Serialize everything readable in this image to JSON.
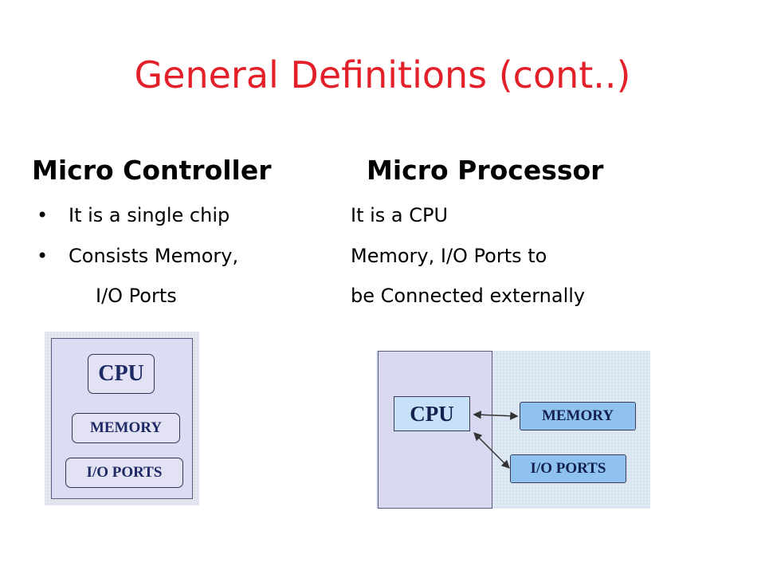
{
  "title": "General Definitions (cont..)",
  "columns": {
    "left_heading": "Micro Controller",
    "right_heading": "Micro Processor"
  },
  "rows": [
    {
      "left": "It is a single chip",
      "right": "It is a CPU"
    },
    {
      "left": "Consists Memory,",
      "right": "Memory, I/O Ports to"
    },
    {
      "left": "I/O Ports",
      "right": "be Connected externally"
    }
  ],
  "diagram_microcontroller": {
    "cpu": "CPU",
    "memory": "MEMORY",
    "io": "I/O PORTS"
  },
  "diagram_microprocessor": {
    "cpu": "CPU",
    "memory": "MEMORY",
    "io": "I/O PORTS"
  },
  "colors": {
    "title": "#e3202a",
    "box_blue": "#8fc2ee"
  }
}
